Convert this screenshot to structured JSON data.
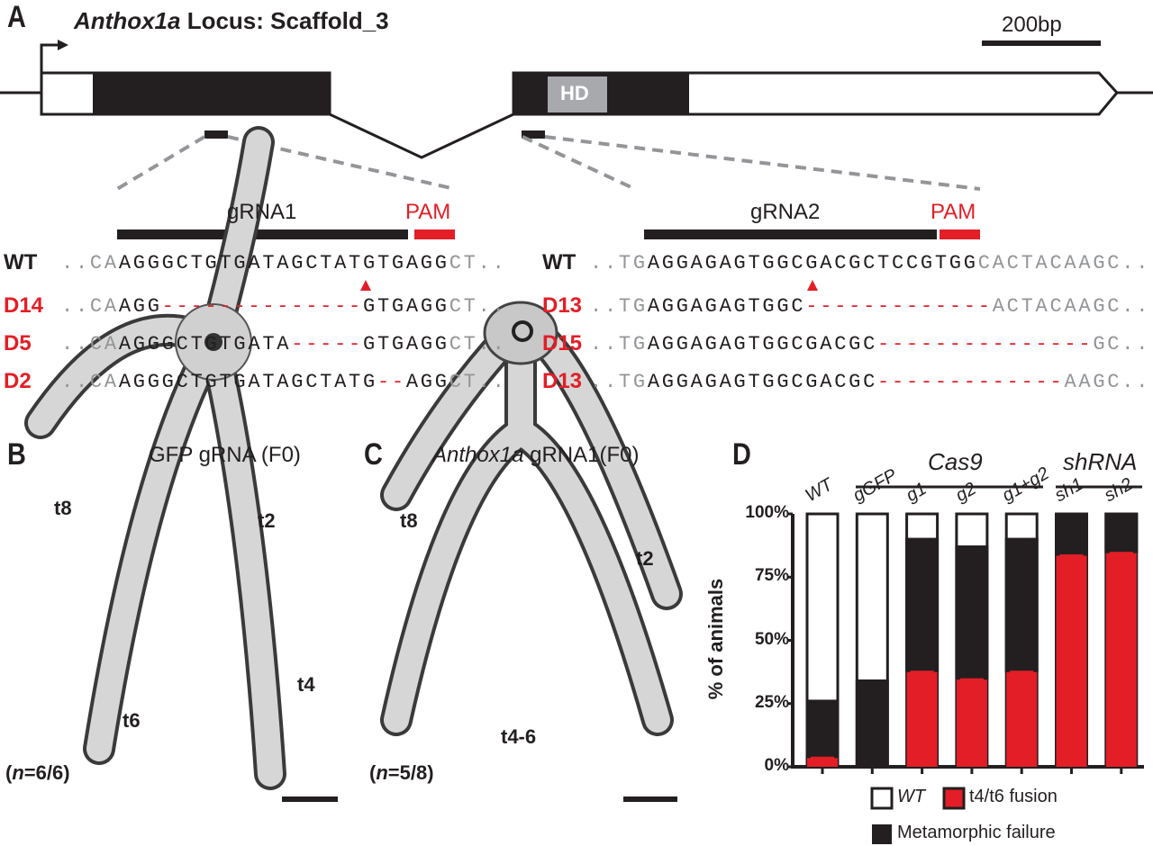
{
  "panel_a": {
    "letter": "A",
    "title_gene": "Anthox1a",
    "title_rest": " Locus: Scaffold_3",
    "scale_label": "200bp",
    "domain_label": "HD",
    "grna1": {
      "label": "gRNA1",
      "pam": "PAM",
      "rows": [
        {
          "name": "WT",
          "segs": [
            "..CA",
            "AGGGCTGTGATAGCTATGTGAGG",
            "",
            "",
            "CT.."
          ]
        },
        {
          "name": "D14",
          "segs": [
            "..CA",
            "AGG",
            "--------------",
            "GTGAGG",
            "CT.."
          ]
        },
        {
          "name": "D5",
          "segs": [
            "..CA",
            "AGGGCTGTGATA",
            "-----",
            "GTGAGG",
            "CT.."
          ]
        },
        {
          "name": "D2",
          "segs": [
            "..CA",
            "AGGGCTGTGATAGCTATG",
            "--",
            "AGG",
            "CT.."
          ]
        }
      ]
    },
    "grna2": {
      "label": "gRNA2",
      "pam": "PAM",
      "rows": [
        {
          "name": "WT",
          "segs": [
            "..TG",
            "AGGAGAGTGGCGACGCTCCGTGG",
            "",
            "CACTACAAGC.."
          ]
        },
        {
          "name": "D13",
          "segs": [
            "..TG",
            "AGGAGAGTGGC",
            "-------------",
            "ACTACAAGC.."
          ]
        },
        {
          "name": "D15",
          "segs": [
            "..TG",
            "AGGAGAGTGGCGACGC",
            "---------------",
            "GC.."
          ]
        },
        {
          "name": "D13",
          "segs": [
            "..TG",
            "AGGAGAGTGGCGACGC",
            "-------------",
            "AAGC.."
          ]
        }
      ]
    }
  },
  "panel_b": {
    "letter": "B",
    "title": "GFP gRNA (F0)",
    "tentacles": [
      "t8",
      "t2",
      "t6",
      "t4"
    ],
    "n_prefix": "(",
    "n_italic": "n",
    "n_value": "=6/6)"
  },
  "panel_c": {
    "letter": "C",
    "title_gene": "Anthox1a",
    "title_rest": " gRNA1(F0)",
    "tentacles": [
      "t8",
      "t2",
      "t4-6"
    ],
    "n_prefix": "(",
    "n_italic": "n",
    "n_value": "=5/8)"
  },
  "colors": {
    "red": "#e31e26",
    "black": "#231f20",
    "gray": "#939598"
  },
  "chart_data": {
    "type": "bar",
    "stacked": true,
    "title": "D",
    "ylabel": "% of animals",
    "xlabel": "",
    "ylim": [
      0,
      100
    ],
    "yticks": [
      "0%",
      "25%",
      "50%",
      "75%",
      "100%"
    ],
    "groups": [
      {
        "label": "Cas9",
        "members": [
          "gGFP",
          "g1",
          "g2",
          "g1+g2"
        ]
      },
      {
        "label": "shRNA",
        "members": [
          "sh1",
          "sh2"
        ]
      }
    ],
    "categories": [
      "WT",
      "gGFP",
      "g1",
      "g2",
      "g1+g2",
      "sh1",
      "sh2"
    ],
    "series": [
      {
        "name": "t4/t6 fusion",
        "color": "#e31e26",
        "values": [
          4,
          0,
          38,
          35,
          38,
          84,
          85
        ]
      },
      {
        "name": "Metamorphic failure",
        "color": "#231f20",
        "values": [
          22,
          34,
          52,
          52,
          52,
          16,
          15
        ]
      },
      {
        "name": "WT",
        "color": "#ffffff",
        "values": [
          74,
          66,
          10,
          13,
          10,
          0,
          0
        ]
      }
    ],
    "legend": [
      "WT",
      "t4/t6 fusion",
      "Metamorphic failure"
    ],
    "legend_placement": "bottom"
  }
}
